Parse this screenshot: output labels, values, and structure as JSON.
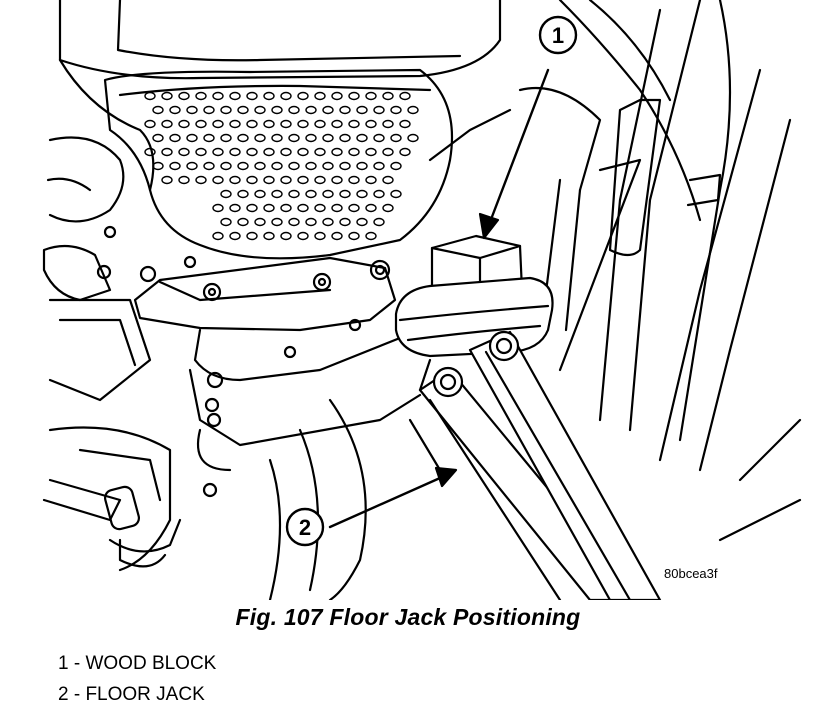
{
  "figure": {
    "image_id": "80bcea3f",
    "caption": "Fig. 107 Floor Jack Positioning",
    "callouts": [
      {
        "number": "1",
        "label": "WOOD BLOCK"
      },
      {
        "number": "2",
        "label": "FLOOR JACK"
      }
    ]
  },
  "legend": [
    "1 - WOOD BLOCK",
    "2 - FLOOR JACK"
  ]
}
